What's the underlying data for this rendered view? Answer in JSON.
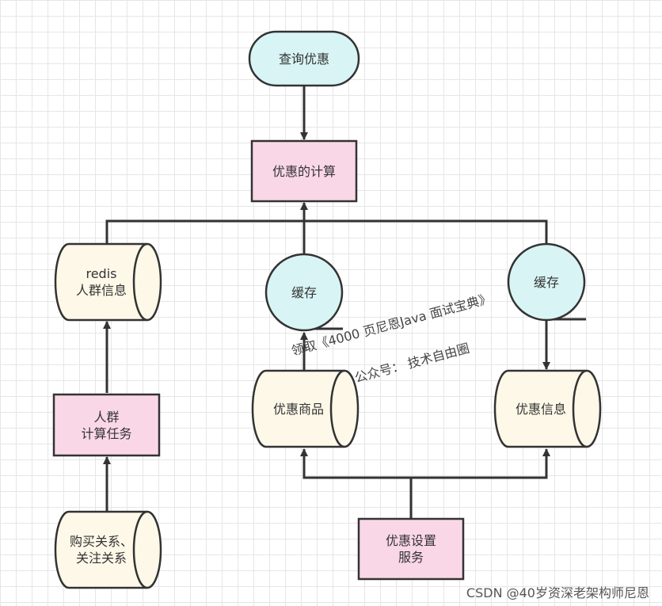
{
  "colors": {
    "terminal_fill": "#d9f4f4",
    "process_fill": "#fad7e7",
    "storage_fill": "#fdf8e8",
    "stroke": "#333333",
    "grid": "#e6e6e6"
  },
  "nodes": {
    "query_discount": "查询优惠",
    "discount_calc": "优惠的计算",
    "redis_crowd": "redis\n人群信息",
    "cache_left": "缓存",
    "cache_right": "缓存",
    "crowd_task": "人群\n计算任务",
    "discount_goods": "优惠商品",
    "discount_info": "优惠信息",
    "purchase_follow": "购买关系、\n关注关系",
    "discount_setting_service": "优惠设置\n服务"
  },
  "watermark": {
    "line1": "领取《4000 页尼恩Java 面试宝典》",
    "line2": "公众号：  技术自由圈"
  },
  "credit": "CSDN @40岁资深老架构师尼恩"
}
